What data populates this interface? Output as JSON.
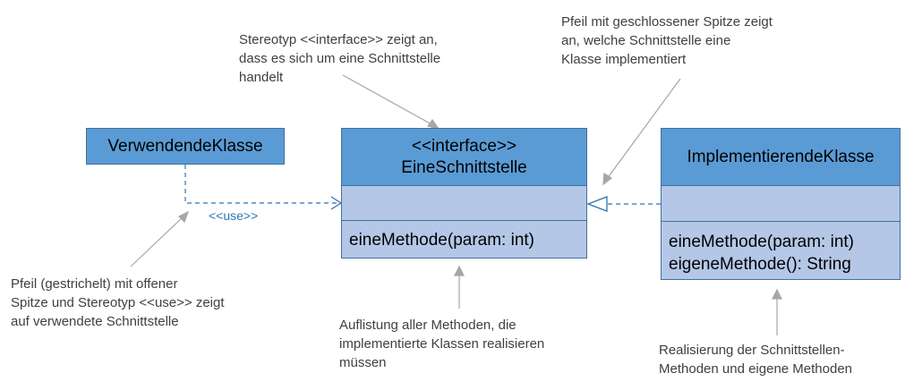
{
  "classes": {
    "user": {
      "name": "VerwendendeKlasse"
    },
    "interface": {
      "stereotype": "<<interface>>",
      "name": "EineSchnittstelle",
      "methods": [
        "eineMethode(param: int)"
      ]
    },
    "impl": {
      "name": "ImplementierendeKlasse",
      "methods": [
        "eineMethode(param: int)",
        "eigeneMethode(): String"
      ]
    }
  },
  "relations": {
    "use_label": "<<use>>"
  },
  "notes": {
    "stereotype": "Stereotyp <<interface>> zeigt an,\ndass es sich um eine Schnittstelle\nhandelt",
    "arrow_closed": "Pfeil mit geschlossener Spitze zeigt\nan, welche Schnittstelle eine\nKlasse implementiert",
    "use_arrow": "Pfeil (gestrichelt) mit offener\nSpitze und Stereotyp <<use>> zeigt\nauf verwendete Schnittstelle",
    "methods_list": "Auflistung aller Methoden, die\nimplementierte  Klassen realisieren\nmüssen",
    "realization": "Realisierung der Schnittstellen-\nMethoden und eigene Methoden"
  },
  "colors": {
    "header_fill": "#5b9bd5",
    "section_fill": "#b4c7e7",
    "border": "#41719c",
    "connector": "#2e75b6",
    "callout": "#a6a6a6"
  }
}
